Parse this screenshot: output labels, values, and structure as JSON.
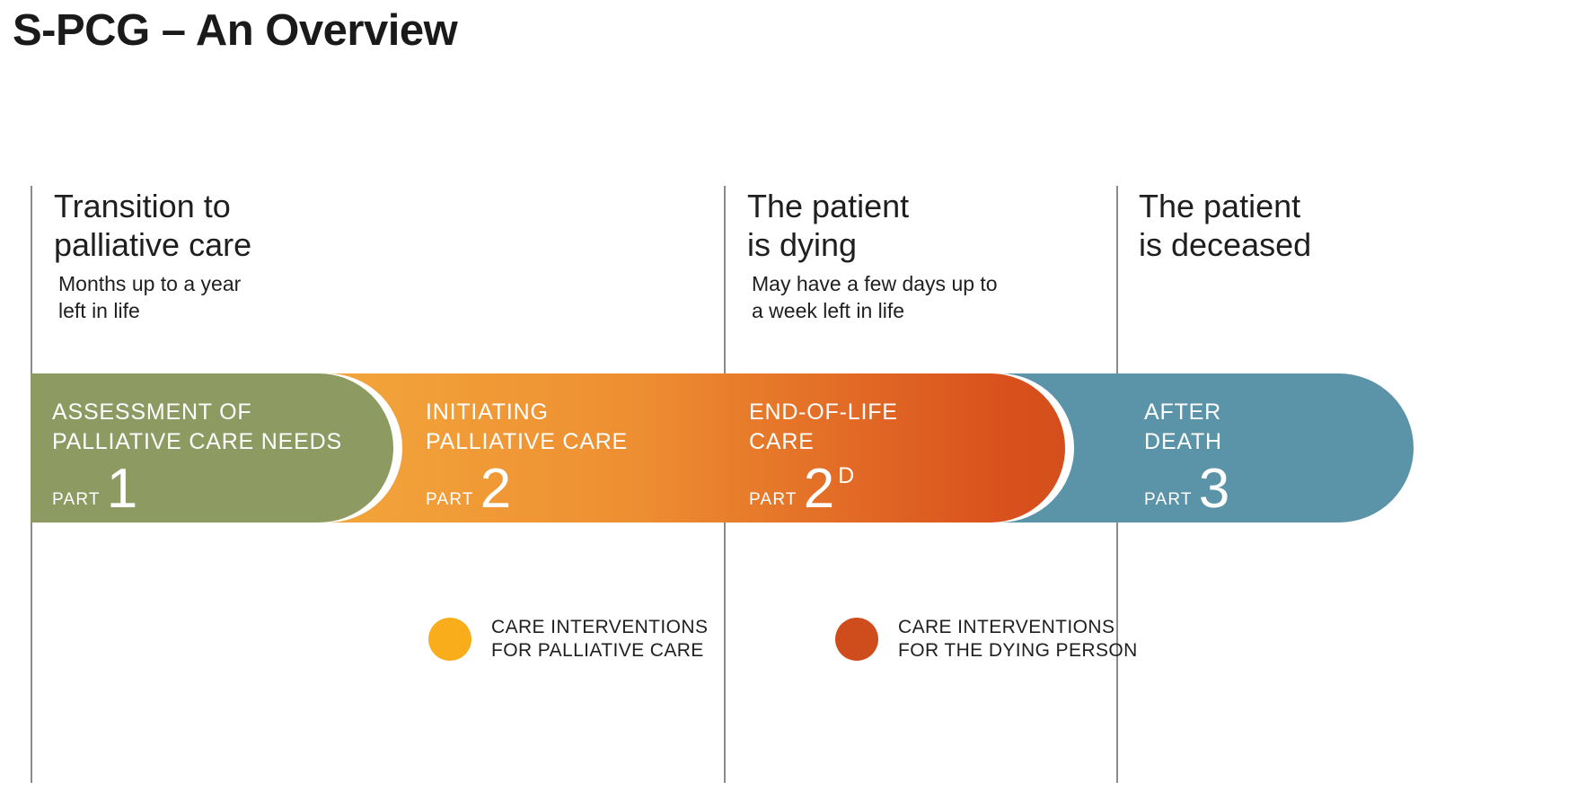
{
  "page": {
    "title": "S-PCG – An Overview",
    "background": "#ffffff"
  },
  "phases": [
    {
      "name": "transition-to-palliative-care",
      "title": "Transition to\npalliative care",
      "subtitle": "Months up to a year\nleft in life"
    },
    {
      "name": "the-patient-is-dying",
      "title": "The patient\nis dying",
      "subtitle": "May have a few days up to\na week left in life"
    },
    {
      "name": "the-patient-is-deceased",
      "title": "The patient\nis deceased",
      "subtitle": ""
    }
  ],
  "ribbon": {
    "segments": [
      {
        "name": "assessment-of-palliative-care-needs",
        "label": "ASSESSMENT OF\nPALLIATIVE CARE NEEDS",
        "part_word": "PART",
        "part_number": "1",
        "part_suffix": "",
        "color": "#8d9b63"
      },
      {
        "name": "initiating-palliative-care",
        "label": "INITIATING\nPALLIATIVE CARE",
        "part_word": "PART",
        "part_number": "2",
        "part_suffix": "",
        "color": "#f4ad3e"
      },
      {
        "name": "end-of-life-care",
        "label": "END-OF-LIFE\nCARE",
        "part_word": "PART",
        "part_number": "2",
        "part_suffix": "D",
        "color": "#d9511d"
      },
      {
        "name": "after-death",
        "label": "AFTER\nDEATH",
        "part_word": "PART",
        "part_number": "3",
        "part_suffix": "",
        "color": "#5b93a8"
      }
    ]
  },
  "legend": [
    {
      "name": "care-interventions-for-palliative-care",
      "text": "CARE INTERVENTIONS\nFOR PALLIATIVE CARE",
      "color": "#f9ad1a"
    },
    {
      "name": "care-interventions-for-the-dying-person",
      "text": "CARE INTERVENTIONS\nFOR THE DYING PERSON",
      "color": "#cf4c1c"
    }
  ]
}
